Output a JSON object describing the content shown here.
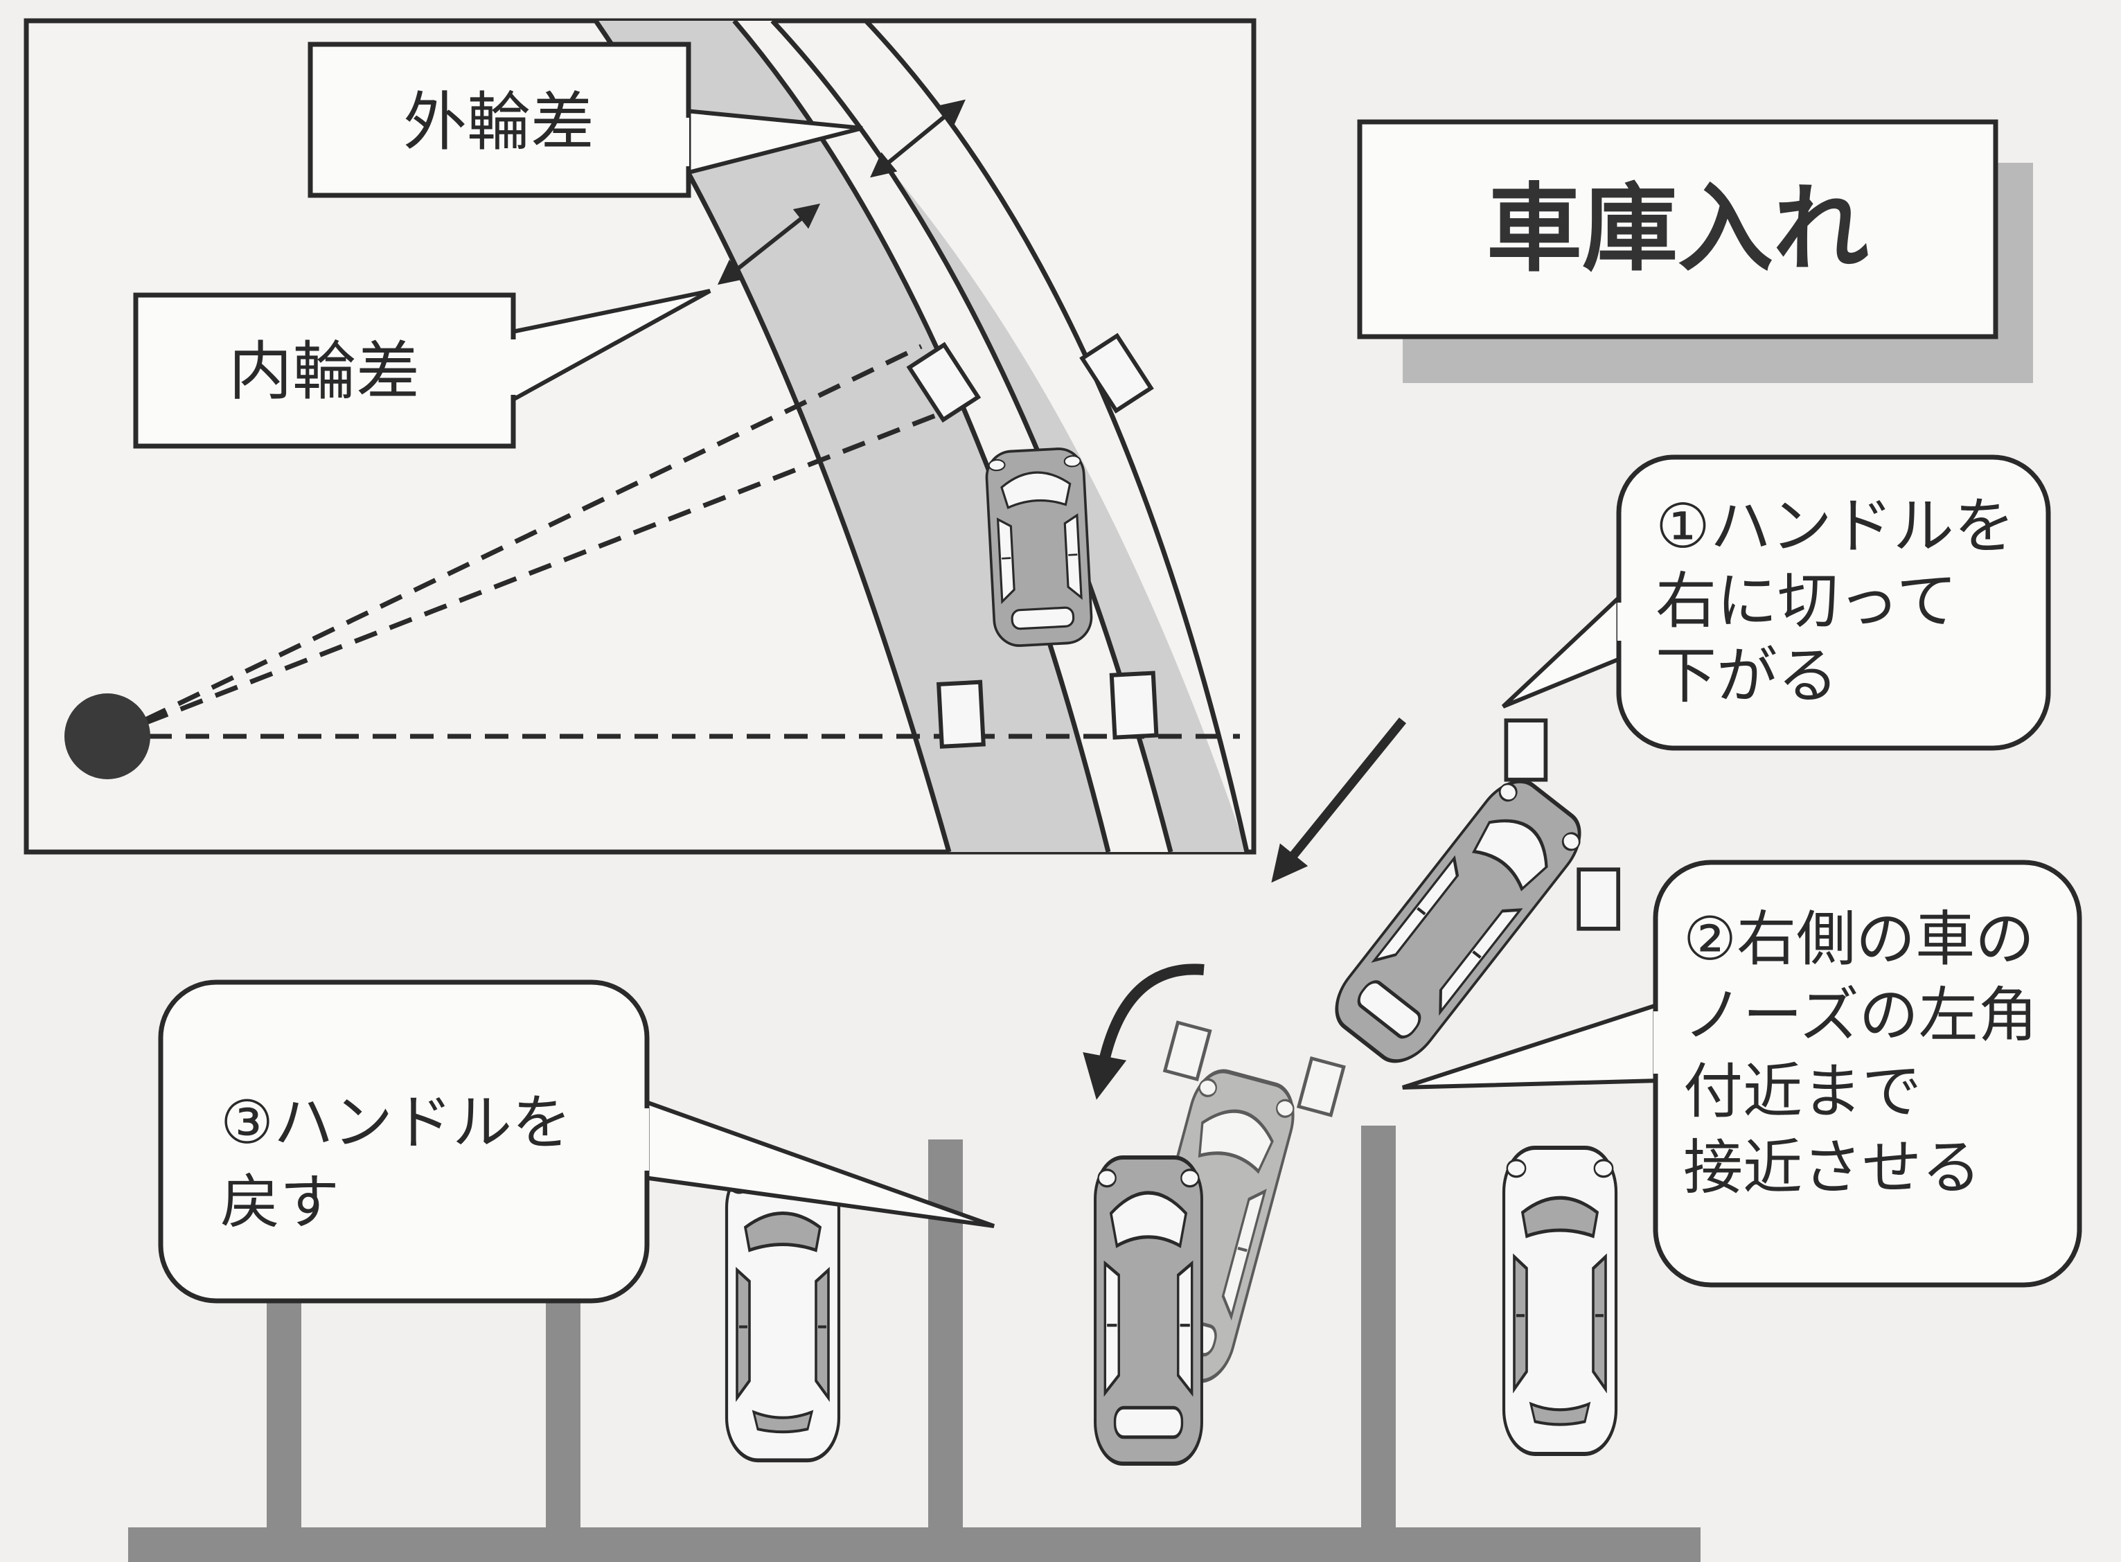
{
  "title": "車庫入れ",
  "inset": {
    "outer_label": "外輪差",
    "inner_label": "内輪差"
  },
  "steps": [
    {
      "lines": [
        "①ハンドルを",
        "右に切って",
        "下がる"
      ]
    },
    {
      "lines": [
        "②右側の車の",
        "ノーズの左角",
        "付近まで",
        "接近させる"
      ]
    },
    {
      "lines": [
        "③ハンドルを",
        "戻す"
      ]
    }
  ],
  "colors": {
    "road_gray": "#cfcfcf",
    "car_body": "#a8a8a8",
    "car_white": "#f7f7f7",
    "ink": "#2a2a2a",
    "shadow": "#b9b9b9",
    "post": "#8c8c8c",
    "background": "#f1f0ee"
  },
  "icons": {
    "pivot": "pivot-dot-icon",
    "reverse_arrow": "straight-arrow-icon",
    "turn_arrow": "curved-arrow-icon"
  }
}
